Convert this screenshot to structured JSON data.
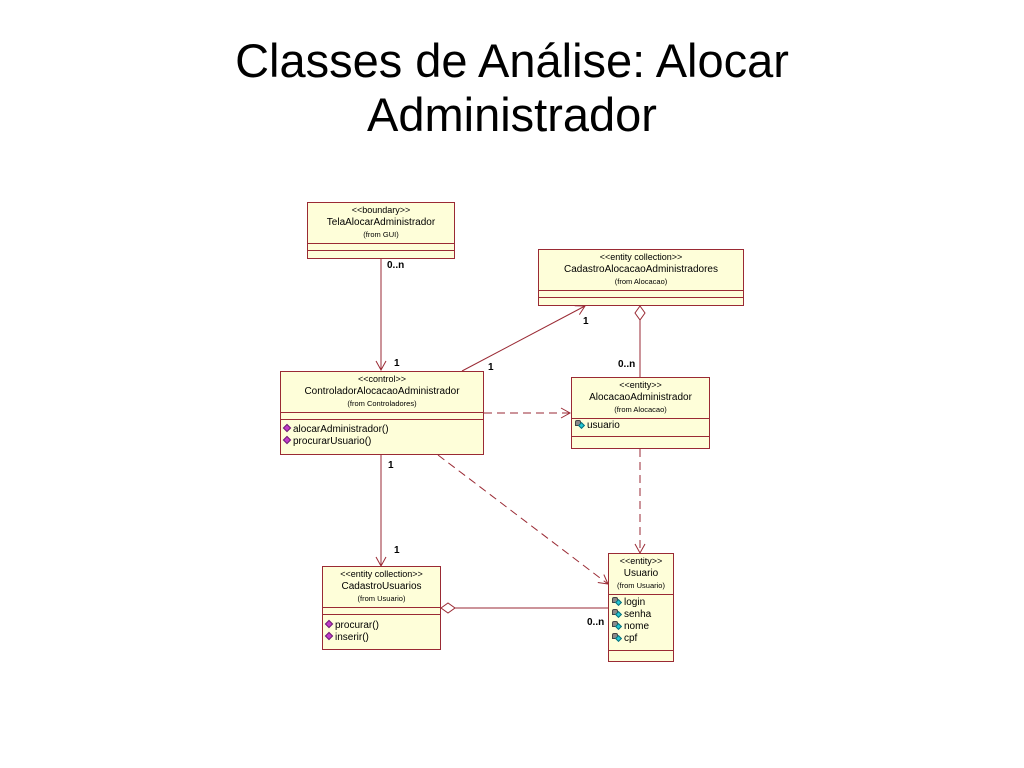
{
  "title": {
    "line1": "Classes de Análise: Alocar",
    "line2": "Administrador"
  },
  "classes": {
    "tela": {
      "stereotype": "<<boundary>>",
      "name": "TelaAlocarAdministrador",
      "from": "(from GUI)"
    },
    "cadastro_alocacao": {
      "stereotype": "<<entity collection>>",
      "name": "CadastroAlocacaoAdministradores",
      "from": "(from Alocacao)"
    },
    "controlador": {
      "stereotype": "<<control>>",
      "name": "ControladorAlocacaoAdministrador",
      "from": "(from Controladores)",
      "operations": [
        "alocarAdministrador()",
        "procurarUsuario()"
      ]
    },
    "alocacao": {
      "stereotype": "<<entity>>",
      "name": "AlocacaoAdministrador",
      "from": "(from Alocacao)",
      "attributes": [
        "usuario"
      ]
    },
    "cadastro_usuarios": {
      "stereotype": "<<entity collection>>",
      "name": "CadastroUsuarios",
      "from": "(from Usuario)",
      "operations": [
        "procurar()",
        "inserir()"
      ]
    },
    "usuario": {
      "stereotype": "<<entity>>",
      "name": "Usuario",
      "from": "(from Usuario)",
      "attributes": [
        "login",
        "senha",
        "nome",
        "cpf"
      ]
    }
  },
  "multiplicities": {
    "tela_end": "0..n",
    "controlador_top": "1",
    "controlador_right": "1",
    "cadastro_alocacao_end": "1",
    "alocacao_end": "0..n",
    "controlador_bottom": "1",
    "cadastro_usuarios_end": "1",
    "usuario_end": "0..n"
  },
  "colors": {
    "class_fill": "#fefed9",
    "class_border": "#9a2a34",
    "line": "#9a2a34"
  }
}
